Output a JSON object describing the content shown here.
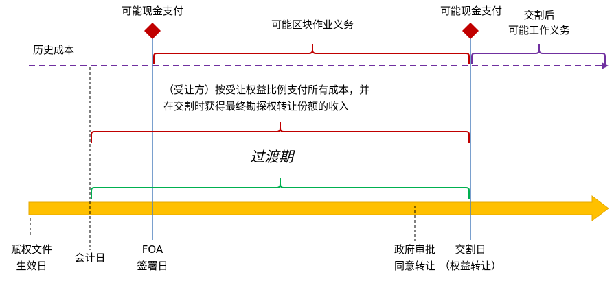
{
  "top_labels": {
    "cash_payment_1": "可能现金支付",
    "cash_payment_2": "可能现金支付",
    "block_obligation": "可能区块作业义务",
    "post_closing_line1": "交割后",
    "post_closing_line2": "可能工作义务",
    "historical_cost": "历史成本"
  },
  "middle_text": {
    "line1": "（受让方）按受让权益比例支付所有成本，并",
    "line2": "在交割时获得最终勘探权转让份额的收入",
    "transition_period": "过渡期"
  },
  "milestones": {
    "m1_line1": "赋权文件",
    "m1_line2": "生效日",
    "m2": "会计日",
    "m3_line1": "FOA",
    "m3_line2": "签署日",
    "m4_line1": "政府审批",
    "m4_line2": "同意转让",
    "m5_line1": "交割日",
    "m5_line2": "（权益转让）"
  },
  "colors": {
    "red_brace": "#c00000",
    "purple": "#7030a0",
    "green_brace": "#00b050",
    "blue_line": "#4f81bd",
    "arrow_fill": "#ffc000",
    "diamond": "#c00000"
  }
}
